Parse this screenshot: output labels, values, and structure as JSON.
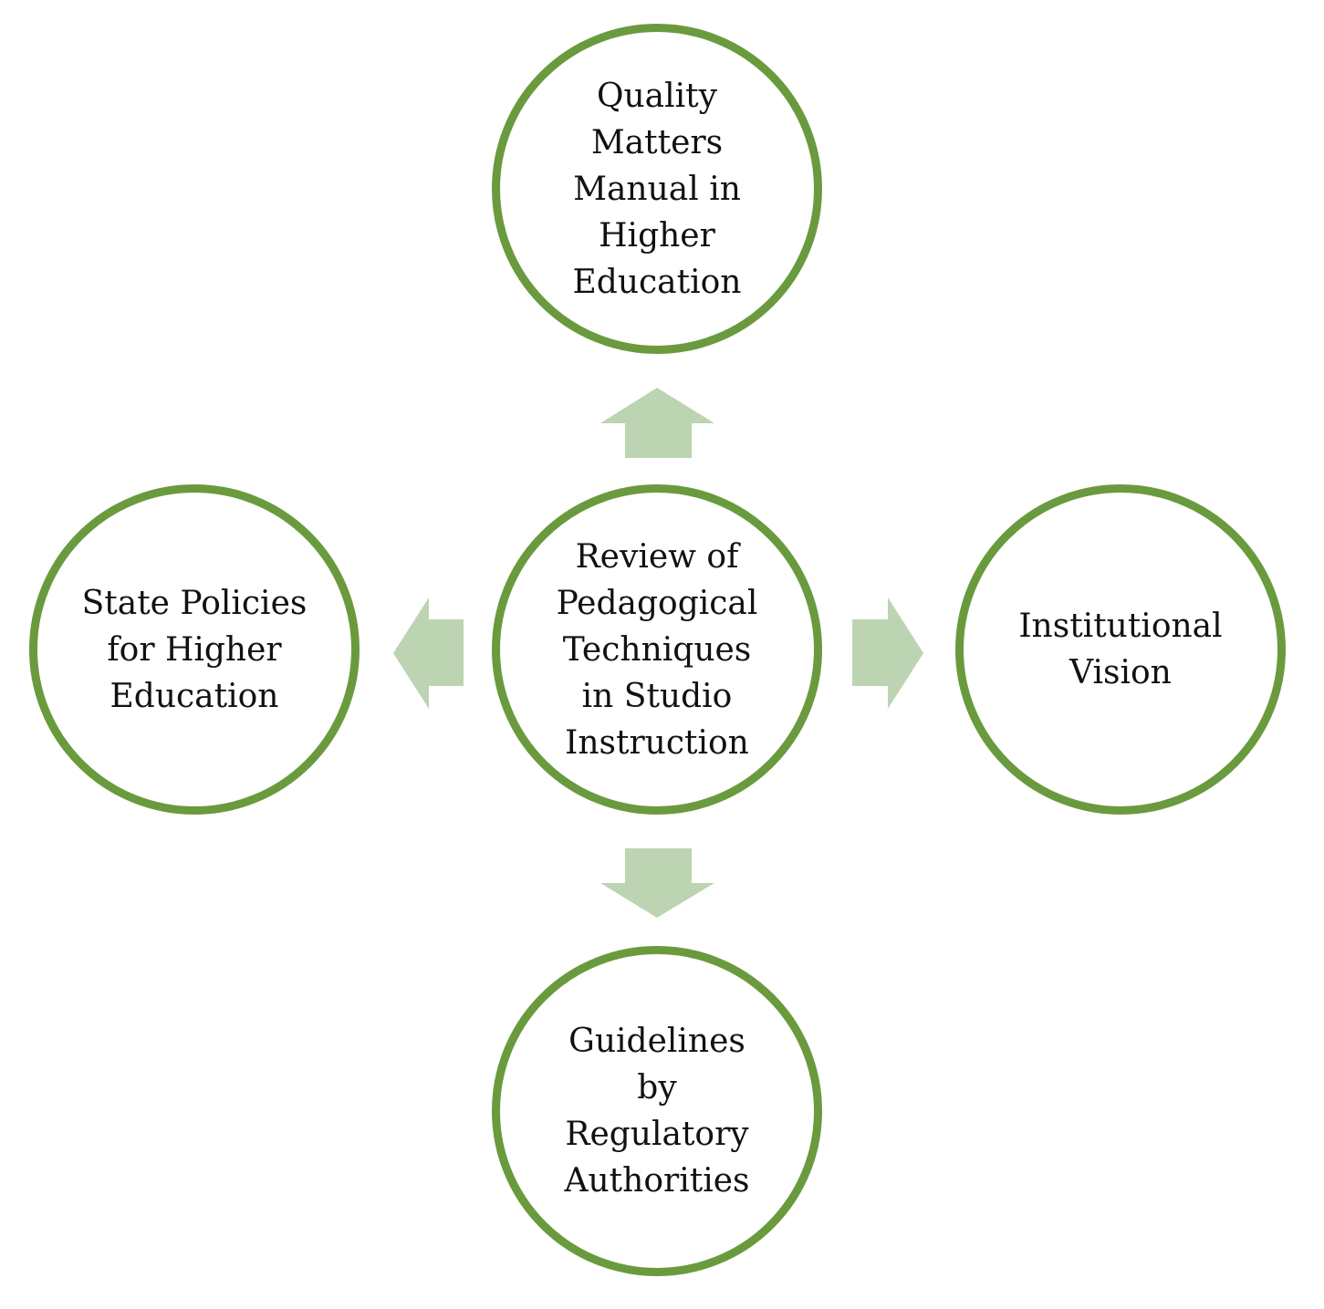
{
  "colors": {
    "circle_border": "#6a9a3e",
    "arrow_fill": "#bcd4b2",
    "text": "#111111",
    "background": "#ffffff"
  },
  "center": {
    "label": "Review of\nPedagogical\nTechniques\nin Studio\nInstruction"
  },
  "top": {
    "label": "Quality\nMatters\nManual in\nHigher\nEducation"
  },
  "left": {
    "label": "State Policies\nfor Higher\nEducation"
  },
  "right": {
    "label": "Institutional\nVision"
  },
  "bottom": {
    "label": "Guidelines\nby\nRegulatory\nAuthorities"
  }
}
